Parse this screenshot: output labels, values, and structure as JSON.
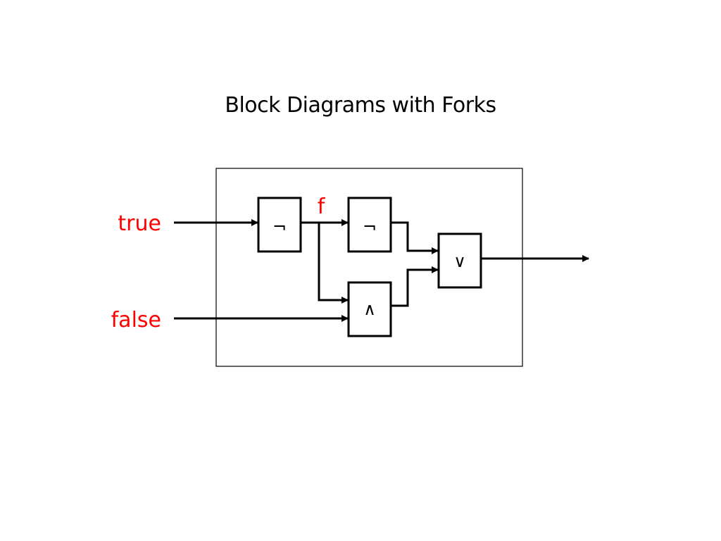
{
  "title": "Block Diagrams with Forks",
  "colors": {
    "input_label": "#ff0000",
    "line": "#000000",
    "background": "#ffffff"
  },
  "inputs": {
    "top": "true",
    "bottom": "false"
  },
  "fork_label": "f",
  "gates": {
    "not_1": "¬",
    "not_2": "¬",
    "and": "∧",
    "or": "∨"
  }
}
